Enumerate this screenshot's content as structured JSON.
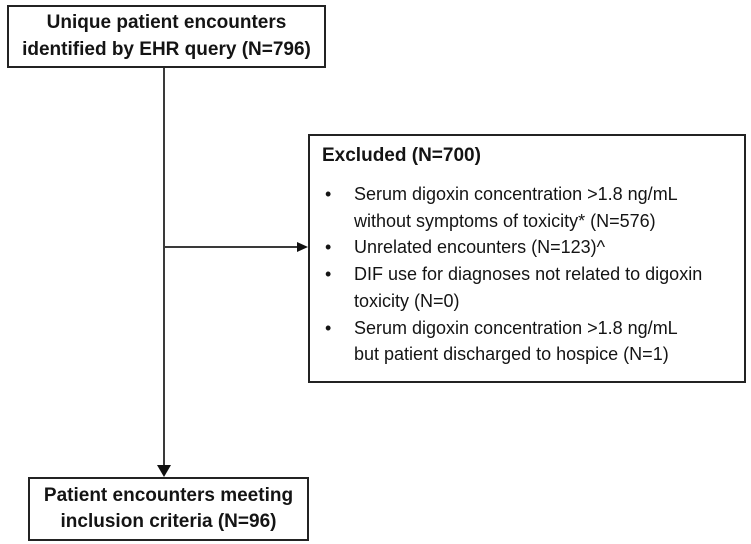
{
  "figure": {
    "type": "flowchart",
    "background_color": "#ffffff",
    "box_border_color": "#232323",
    "line_color": "#3a3a3a",
    "top_box": {
      "lines": [
        "Unique patient encounters",
        "identified by EHR query (N=796)"
      ]
    },
    "excluded_box": {
      "title": "Excluded (N=700)",
      "bullet_char": "•",
      "bullets": [
        {
          "lines": [
            "Serum digoxin concentration >1.8 ng/mL",
            "without symptoms of toxicity* (N=576)"
          ]
        },
        {
          "lines": [
            "Unrelated encounters (N=123)^"
          ]
        },
        {
          "lines": [
            "DIF use for diagnoses not related to digoxin",
            "toxicity (N=0)"
          ]
        },
        {
          "lines": [
            "Serum digoxin concentration >1.8 ng/mL",
            "but patient discharged to hospice (N=1)"
          ]
        }
      ]
    },
    "bottom_box": {
      "lines": [
        "Patient encounters meeting",
        "inclusion criteria (N=96)"
      ]
    }
  }
}
